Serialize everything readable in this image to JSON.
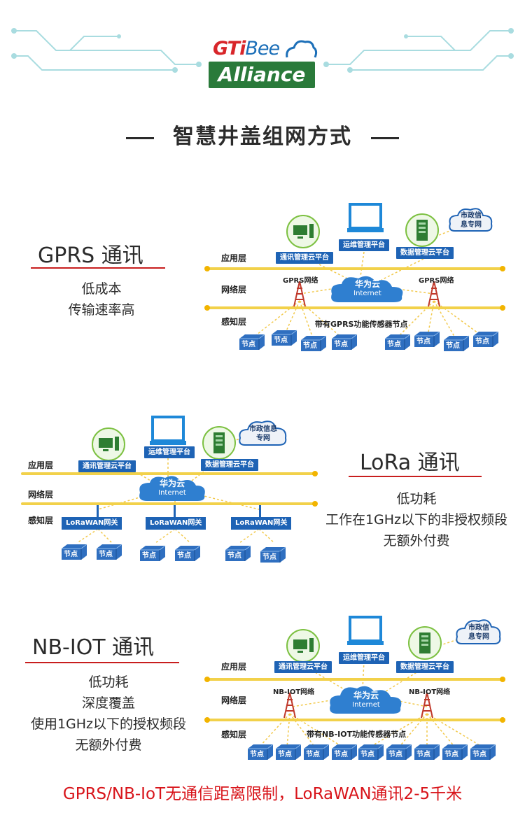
{
  "logo": {
    "top": "GTiBee",
    "top_gt": "GTi",
    "top_bee": "Bee",
    "bottom": "Alliance"
  },
  "header": {
    "title": "智慧井盖组网方式"
  },
  "common": {
    "layer_app": "应用层",
    "layer_net": "网络层",
    "layer_sense": "感知层",
    "platform_comm": "通讯管理云平台",
    "platform_ops": "运维管理平台",
    "platform_data": "数据管理云平台",
    "cloud_name": "华为云",
    "cloud_sub": "Internet",
    "node": "节点"
  },
  "gprs": {
    "title": "GPRS 通讯",
    "features": [
      "低成本",
      "传输速率高"
    ],
    "municipal": [
      "市政信",
      "息专网"
    ],
    "net_left": "GPRS网络",
    "net_right": "GPRS网络",
    "sensor_label": "带有GPRS功能传感器节点"
  },
  "lora": {
    "title": "LoRa 通讯",
    "features": [
      "低功耗",
      "工作在1GHz以下的非授权频段",
      "无额外付费"
    ],
    "municipal": [
      "市政信息",
      "专网"
    ],
    "gateway": "LoRaWAN网关"
  },
  "nbiot": {
    "title": "NB-IOT 通讯",
    "features": [
      "低功耗",
      "深度覆盖",
      "使用1GHz以下的授权频段",
      "无额外付费"
    ],
    "municipal": [
      "市政信",
      "息专网"
    ],
    "net_left": "NB-IOT网络",
    "net_right": "NB-IOT网络",
    "sensor_label": "带有NB-IOT功能传感器节点"
  },
  "footer": {
    "note": "GPRS/NB-IoT无通信距离限制，LoRaWAN通讯2-5千米"
  },
  "colors": {
    "accent_red": "#d8141a",
    "blue": "#1e63b5",
    "green": "#2a7a3a",
    "layer_yellow": "#f2d14a"
  }
}
